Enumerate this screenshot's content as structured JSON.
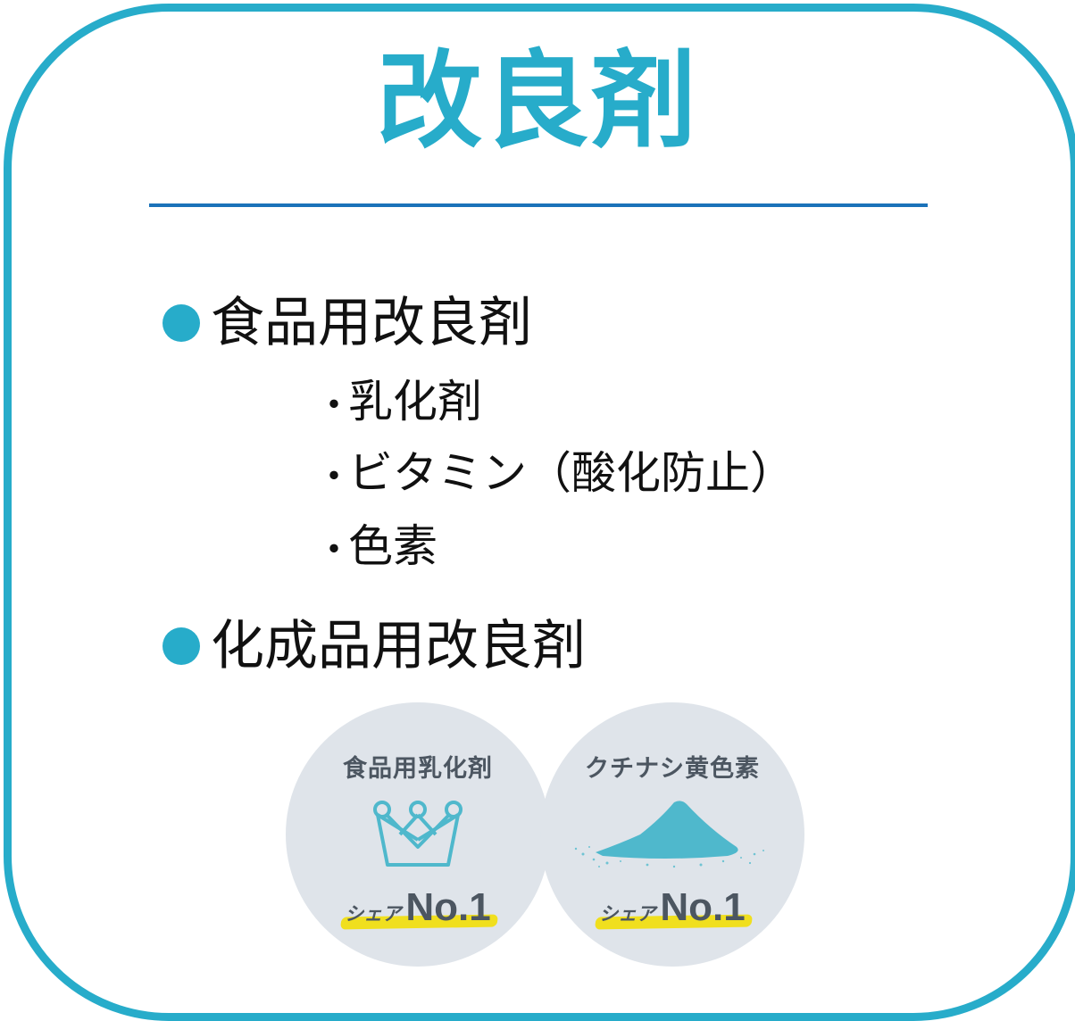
{
  "title": "改良剤",
  "colors": {
    "accent": "#27acca",
    "divider": "#1b72b9",
    "badge_bg": "#dfe4ea",
    "badge_text": "#4c5661",
    "highlight": "#f0df1e"
  },
  "sections": [
    {
      "heading": "食品用改良剤",
      "items": [
        {
          "bullet": "・",
          "label": "乳化剤"
        },
        {
          "bullet": "・",
          "label": "ビタミン（酸化防止）"
        },
        {
          "bullet": "・",
          "label": "色素"
        }
      ]
    },
    {
      "heading": "化成品用改良剤",
      "items": []
    }
  ],
  "badges": [
    {
      "label": "食品用乳化剤",
      "icon": "crown-icon",
      "share_small": "シェア",
      "share_big": "No.1"
    },
    {
      "label": "クチナシ黄色素",
      "icon": "powder-pile-icon",
      "share_small": "シェア",
      "share_big": "No.1"
    }
  ]
}
